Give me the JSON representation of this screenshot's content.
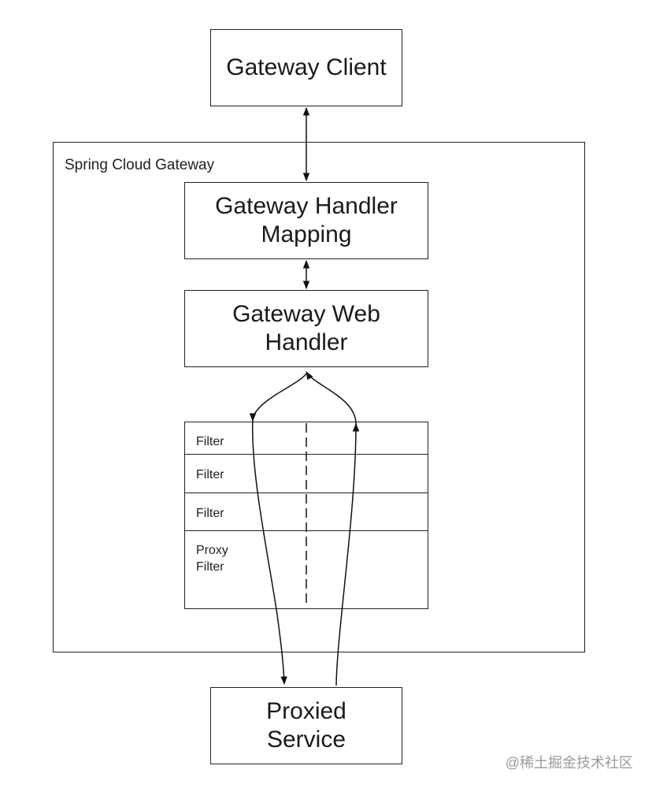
{
  "diagram": {
    "client": "Gateway Client",
    "container_label": "Spring Cloud Gateway",
    "handler_mapping": [
      "Gateway Handler",
      "Mapping"
    ],
    "web_handler": [
      "Gateway Web",
      "Handler"
    ],
    "filters": [
      [
        "Filter"
      ],
      [
        "Filter"
      ],
      [
        "Filter"
      ],
      [
        "Proxy",
        "Filter"
      ]
    ],
    "proxied_service": [
      "Proxied",
      "Service"
    ]
  },
  "watermark": "@稀土掘金技术社区"
}
